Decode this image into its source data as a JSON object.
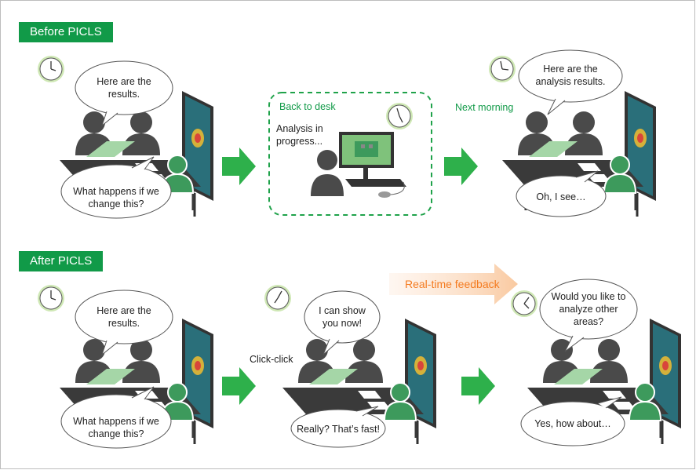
{
  "sections": {
    "before_label": "Before PICLS",
    "after_label": "After PICLS"
  },
  "before": {
    "meeting1_speech_top": "Here are the results.",
    "meeting1_speech_bottom": "What happens if we change this?",
    "desk_label": "Back to desk",
    "desk_speech": "Analysis in progress...",
    "next_morning_label": "Next morning",
    "meeting2_speech_top": "Here are the analysis results.",
    "meeting2_speech_bottom": "Oh, I see…"
  },
  "after": {
    "meeting1_speech_top": "Here are the results.",
    "meeting1_speech_bottom": "What happens if we change this?",
    "click_label": "Click-click",
    "meeting2_speech_top": "I can show you now!",
    "meeting2_speech_bottom": "Really? That’s fast!",
    "feedback_label": "Real-time feedback",
    "meeting3_speech_top": "Would you like to analyze other areas?",
    "meeting3_speech_bottom": "Yes, how about…"
  },
  "colors": {
    "brand_green": "#119a48",
    "person_gray": "#4a4a4a",
    "person_green": "#3d9a5c",
    "laptop_green": "#a5d6a7",
    "arrow_green": "#2eb04b",
    "orange": "#f47b20",
    "clock_green": "#8bc34a"
  }
}
